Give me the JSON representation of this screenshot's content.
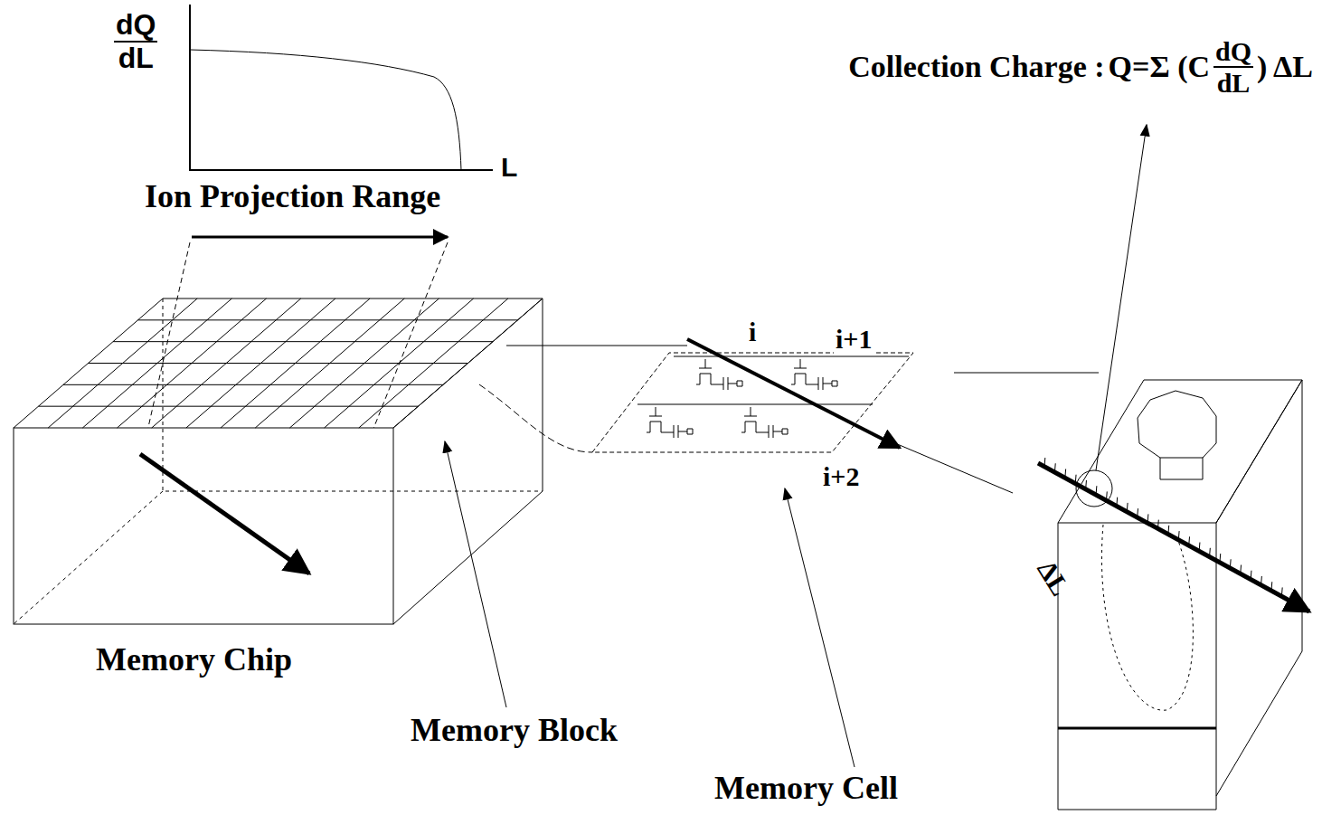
{
  "diagram": {
    "labels": [
      "dQ",
      "dL",
      "L",
      "Ion Projection Range",
      "Collection Charge :",
      "Q=Σ (C",
      "dQ",
      "dL",
      ") ΔL",
      "i",
      "i+1",
      "i+2",
      "ΔL",
      "Memory Chip",
      "Memory Block",
      "Memory Cell"
    ]
  }
}
